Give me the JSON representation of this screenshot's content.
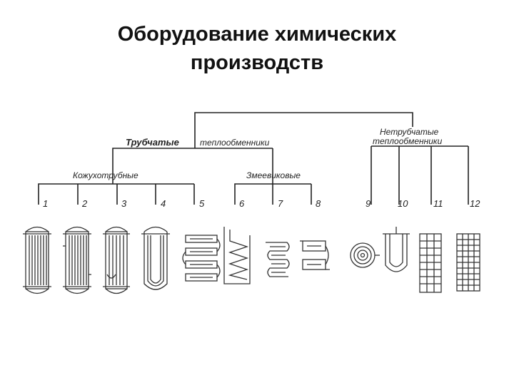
{
  "slide": {
    "title_line1": "Оборудование химических",
    "title_line2": "производств"
  },
  "diagram": {
    "group_tubular": "Трубчатые",
    "group_tubular_suffix": "теплообменники",
    "group_nontubular_line1": "Нетрубчатые",
    "group_nontubular_line2": "теплообменники",
    "sub_shell": "Кожухотрубные",
    "sub_coil": "Змеевиковые",
    "numbers": [
      "1",
      "2",
      "3",
      "4",
      "5",
      "6",
      "7",
      "8",
      "9",
      "10",
      "11",
      "12"
    ]
  }
}
